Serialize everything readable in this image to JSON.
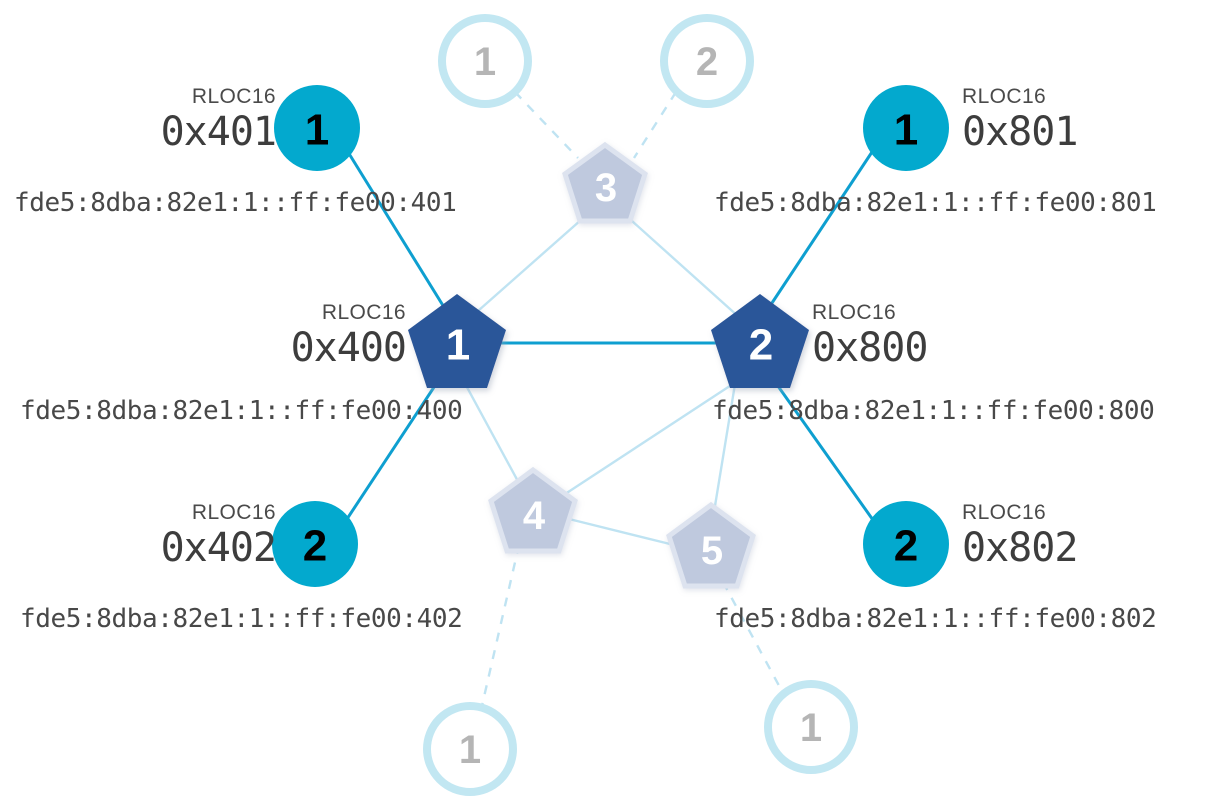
{
  "diagram": {
    "type": "thread-network-topology",
    "caption_label": "RLOC16",
    "colors": {
      "router_fill": "#2c5699",
      "child_fill": "#03a9ce",
      "ghost_fill": "#bfc9de",
      "ghost_stroke": "#cfd7e8",
      "ghost_circle_stroke": "#c2e7f2",
      "ghost_number": "#b5b5b5",
      "link_active": "#0e9fd0",
      "link_faded": "#bfe3f2",
      "link_dashed": "#bfe3f2",
      "text": "#484848",
      "background": "#ffffff"
    }
  },
  "nodes": {
    "router_400": {
      "shape": "pentagon",
      "state": "active",
      "number": "1",
      "caption": "RLOC16",
      "rloc16": "0x400",
      "ipv6": "fde5:8dba:82e1:1::ff:fe00:400"
    },
    "router_800": {
      "shape": "pentagon",
      "state": "active",
      "number": "2",
      "caption": "RLOC16",
      "rloc16": "0x800",
      "ipv6": "fde5:8dba:82e1:1::ff:fe00:800"
    },
    "child_401": {
      "shape": "circle",
      "state": "active",
      "number": "1",
      "caption": "RLOC16",
      "rloc16": "0x401",
      "ipv6": "fde5:8dba:82e1:1::ff:fe00:401"
    },
    "child_402": {
      "shape": "circle",
      "state": "active",
      "number": "2",
      "caption": "RLOC16",
      "rloc16": "0x402",
      "ipv6": "fde5:8dba:82e1:1::ff:fe00:402"
    },
    "child_801": {
      "shape": "circle",
      "state": "active",
      "number": "1",
      "caption": "RLOC16",
      "rloc16": "0x801",
      "ipv6": "fde5:8dba:82e1:1::ff:fe00:801"
    },
    "child_802": {
      "shape": "circle",
      "state": "active",
      "number": "2",
      "caption": "RLOC16",
      "rloc16": "0x802",
      "ipv6": "fde5:8dba:82e1:1::ff:fe00:802"
    },
    "ghost_router_3": {
      "shape": "pentagon",
      "state": "faded",
      "number": "3"
    },
    "ghost_router_4": {
      "shape": "pentagon",
      "state": "faded",
      "number": "4"
    },
    "ghost_router_5": {
      "shape": "pentagon",
      "state": "faded",
      "number": "5"
    },
    "ghost_child_top_left": {
      "shape": "circle",
      "state": "faded",
      "number": "1"
    },
    "ghost_child_top_right": {
      "shape": "circle",
      "state": "faded",
      "number": "2"
    },
    "ghost_child_bottom_left": {
      "shape": "circle",
      "state": "faded",
      "number": "1"
    },
    "ghost_child_bottom_right": {
      "shape": "circle",
      "state": "faded",
      "number": "1"
    }
  }
}
